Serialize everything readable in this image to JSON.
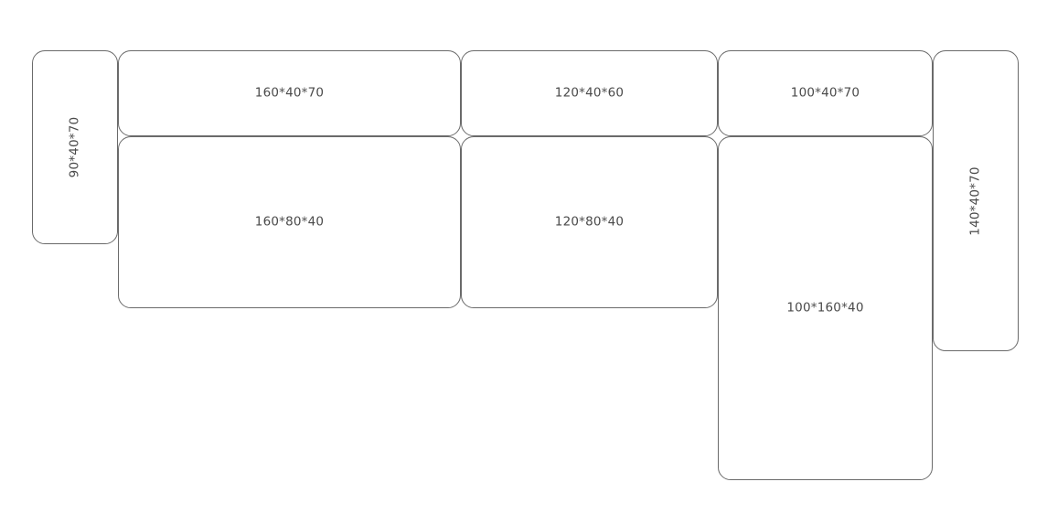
{
  "modules": {
    "left_arm": {
      "label": "90*40*70"
    },
    "back_160": {
      "label": "160*40*70"
    },
    "back_120": {
      "label": "120*40*60"
    },
    "back_100": {
      "label": "100*40*70"
    },
    "right_arm": {
      "label": "140*40*70"
    },
    "seat_160": {
      "label": "160*80*40"
    },
    "seat_120": {
      "label": "120*80*40"
    },
    "chaise_100": {
      "label": "100*160*40"
    }
  },
  "colors": {
    "outline": "#6a6a6a",
    "text": "#4a4a4a",
    "background": "#ffffff"
  }
}
